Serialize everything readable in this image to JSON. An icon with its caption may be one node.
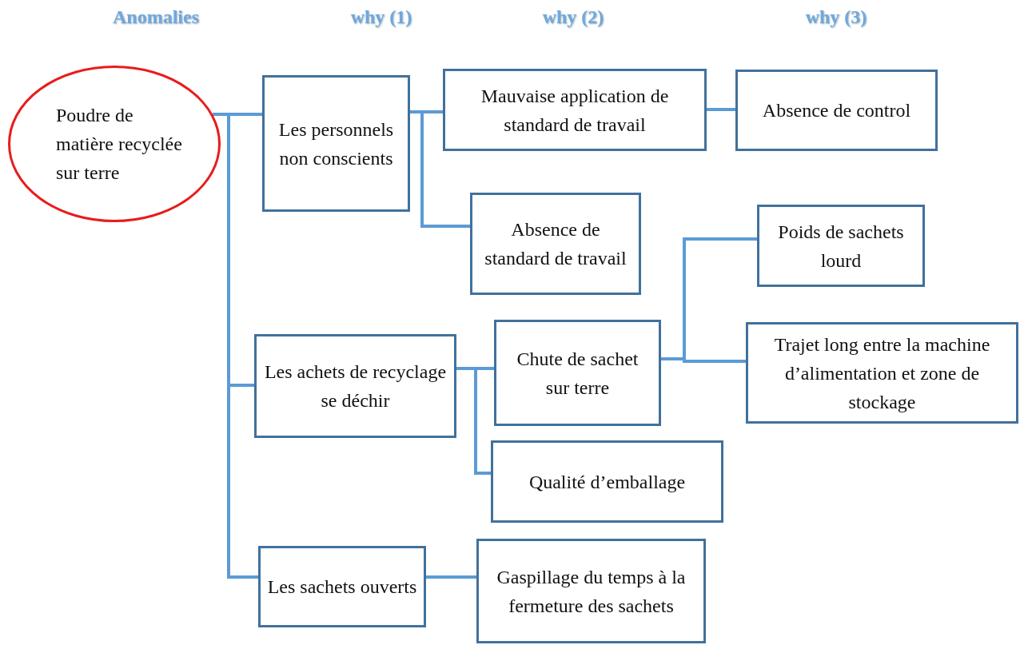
{
  "diagram": {
    "nodes": [
      {
        "text": [
          "Poudre de matière recyclée sur terre"
        ]
      },
      {
        "text": [
          "Les personnels non conscients"
        ]
      },
      {
        "text": [
          "Mauvaise application de standard de travail"
        ]
      },
      {
        "text": [
          "Absence de control"
        ]
      },
      {
        "text": [
          "Absence de standard de travail"
        ]
      },
      {
        "text": [
          "Poids de sachets lourd"
        ]
      },
      {
        "text": [
          "Les achets de recyclage se déchir"
        ]
      },
      {
        "text": [
          "Chute de sachet sur terre"
        ]
      },
      {
        "text": [
          "Trajet long entre la machine d’alimentation et zone de stockage"
        ]
      },
      {
        "text": [
          "Qualité d’emballage"
        ]
      },
      {
        "text": [
          "Les sachets ouverts"
        ]
      },
      {
        "text": [
          "Gaspillage du temps à la fermeture des sachets"
        ]
      }
    ],
    "edges": [
      {
        "from": 0,
        "to": 1,
        "arrow": "none"
      },
      {
        "from": 0,
        "to": 6,
        "arrow": "none"
      },
      {
        "from": 0,
        "to": 10,
        "arrow": "none"
      },
      {
        "from": 1,
        "to": 2,
        "arrow": "none"
      },
      {
        "from": 1,
        "to": 4,
        "arrow": "none"
      },
      {
        "from": 2,
        "to": 3,
        "arrow": "none"
      },
      {
        "from": 6,
        "to": 7,
        "arrow": "none"
      },
      {
        "from": 6,
        "to": 9,
        "arrow": "none"
      },
      {
        "from": 7,
        "to": 5,
        "arrow": "none"
      },
      {
        "from": 7,
        "to": 8,
        "arrow": "none"
      },
      {
        "from": 10,
        "to": 11,
        "arrow": "none"
      }
    ],
    "labels": [
      "Anomalies",
      "why (1)",
      "why (2)",
      "why (3)"
    ]
  }
}
